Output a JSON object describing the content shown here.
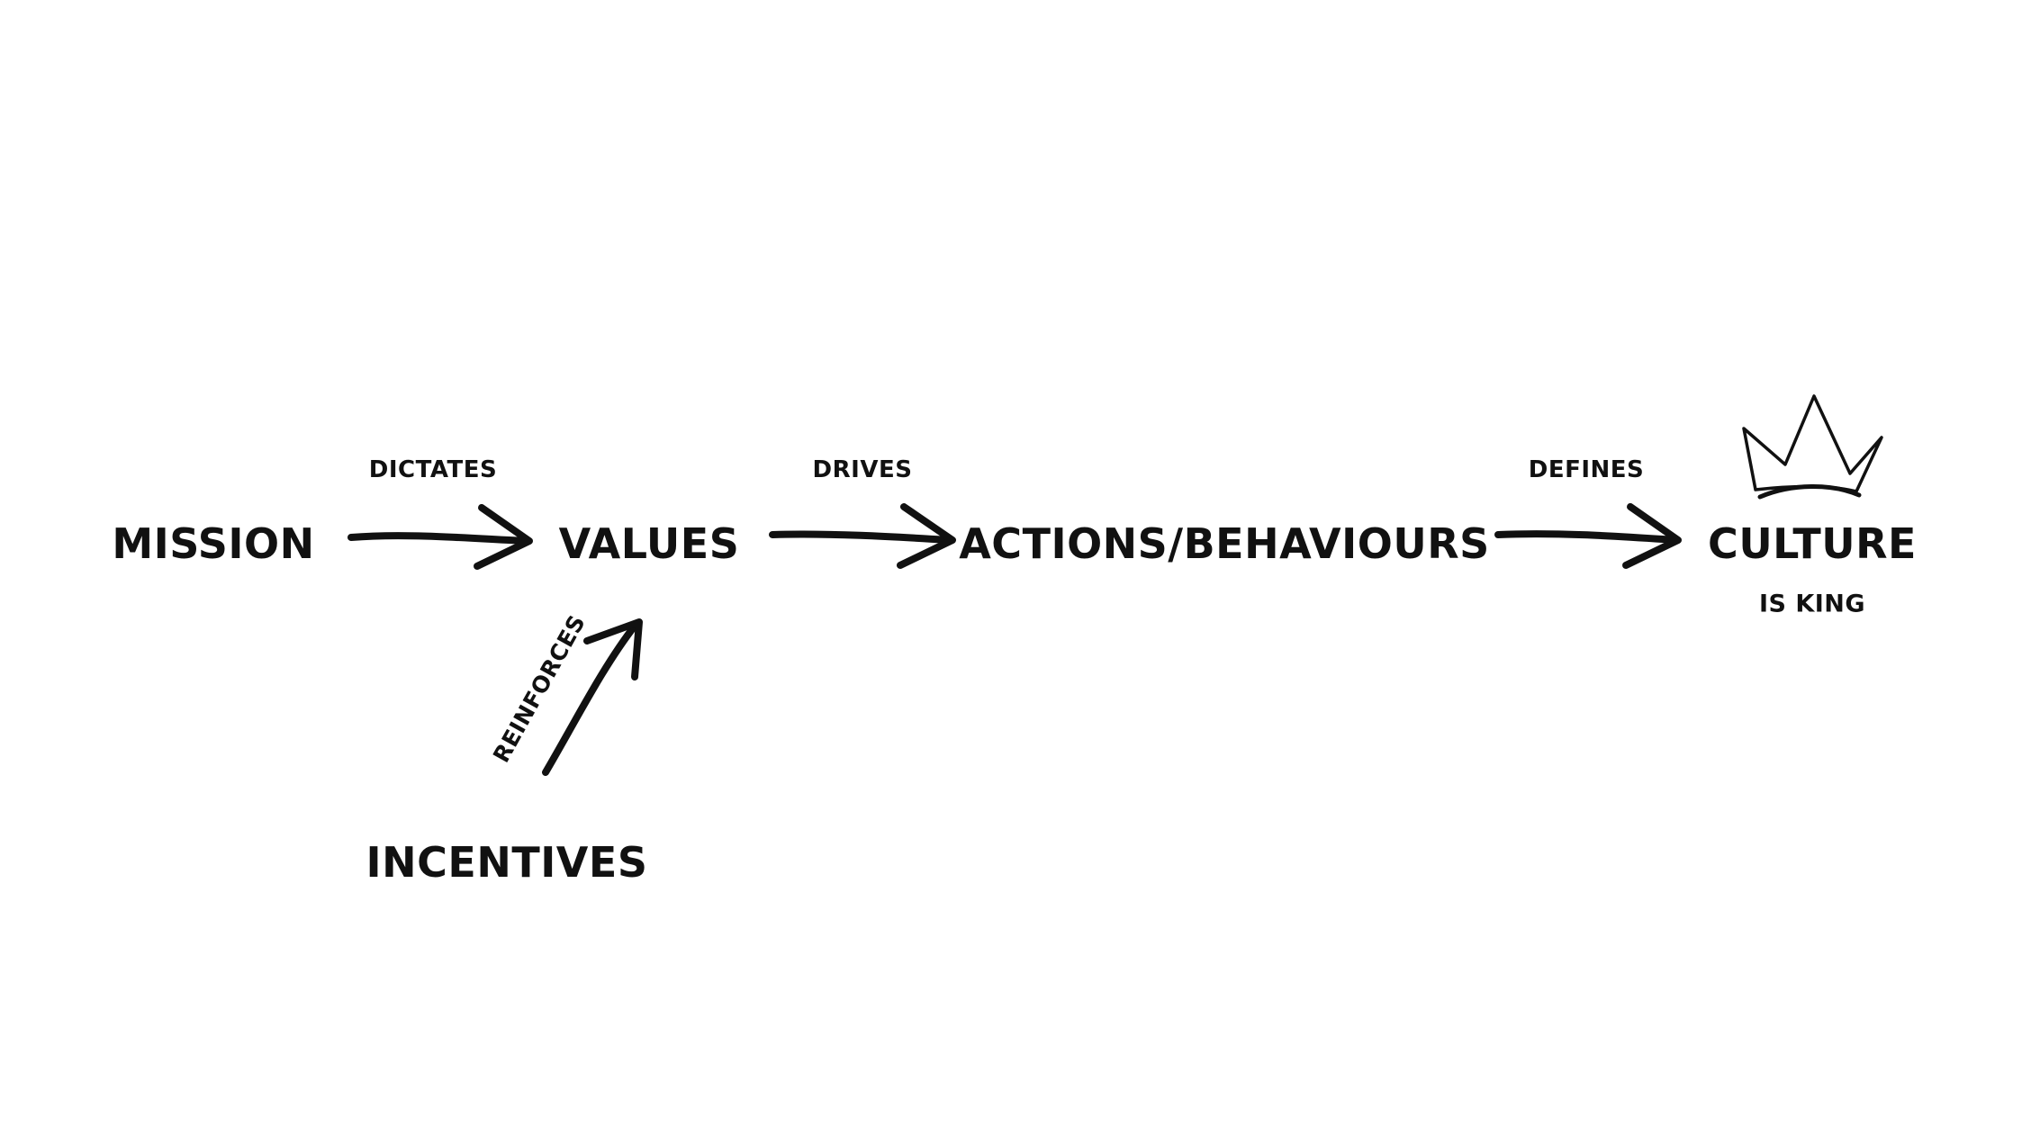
{
  "diagram": {
    "nodes": {
      "mission": "MISSION",
      "values": "VALUES",
      "actions": "ACTIONS/BEHAVIOURS",
      "culture": "CULTURE",
      "incentives": "INCENTIVES"
    },
    "edges": {
      "mission_values": "DICTATES",
      "values_actions": "DRIVES",
      "actions_culture": "DEFINES",
      "incentives_values": "REINFORCES"
    },
    "culture_sublabel": "IS KING",
    "icons": {
      "crown": "crown-icon"
    },
    "colors": {
      "ink": "#111111",
      "background": "#ffffff"
    }
  }
}
